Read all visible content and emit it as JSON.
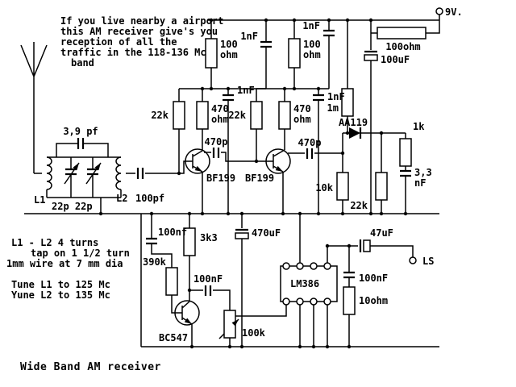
{
  "title": "Wide Band  AM receiver",
  "colors": {
    "ink": "#000000",
    "paper": "#ffffff"
  },
  "intro": {
    "l1": "If you live nearby a airport",
    "l2": "this AM receiver give's you",
    "l3": "reception of all the",
    "l4": "traffic in the 118-136 Mc",
    "l5": "band"
  },
  "supply": {
    "label": "9V."
  },
  "labels": {
    "c_rail_s1": "1nF",
    "c_rail_s2": "1nF",
    "r_dropper": "100ohm",
    "c_filter": "100uF",
    "r100_s1_v": "100",
    "r100_s1_u": "ohm",
    "r100_s2_v": "100",
    "r100_s2_u": "ohm",
    "c_byp_s1": "1nF",
    "c_byp_s2": "1nF",
    "r_base_s1": "22k",
    "r_base_s2": "22k",
    "r470_s1_v": "470",
    "r470_s1_u": "ohm",
    "r470_s2_v": "470",
    "r470_s2_u": "ohm",
    "c_coup1": "470p",
    "c_coup2": "470p",
    "q1": "BF199",
    "q2": "BF199",
    "r_1m": "1m",
    "d1": "AA119",
    "r_1k": "1k",
    "c_33_v": "3,3",
    "c_33_u": "nF",
    "r_10k": "10k",
    "r_22k_det": "22k",
    "c_39": "3,9 pf",
    "l1": "L1",
    "l2": "L2",
    "c_22p": "22p 22p",
    "c_100pf": "100pf",
    "c_in_af": "100nf",
    "r_3k3": "3k3",
    "c_470uf": "470uF",
    "r_390k": "390k",
    "c_coup_af": "100nF",
    "q3": "BC547",
    "pot": "100k",
    "ic": "LM386",
    "c_47uf": "47uF",
    "ls": "LS",
    "c_zobel": "100nF",
    "r_zobel": "10ohm"
  },
  "notes": {
    "l1": "L1 - L2   4 turns",
    "l2": "tap on 1 1/2 turn",
    "l3": "1mm wire at 7 mm dia",
    "l4": "Tune L1 to 125 Mc",
    "l5": "Yune L2 to 135 Mc"
  }
}
